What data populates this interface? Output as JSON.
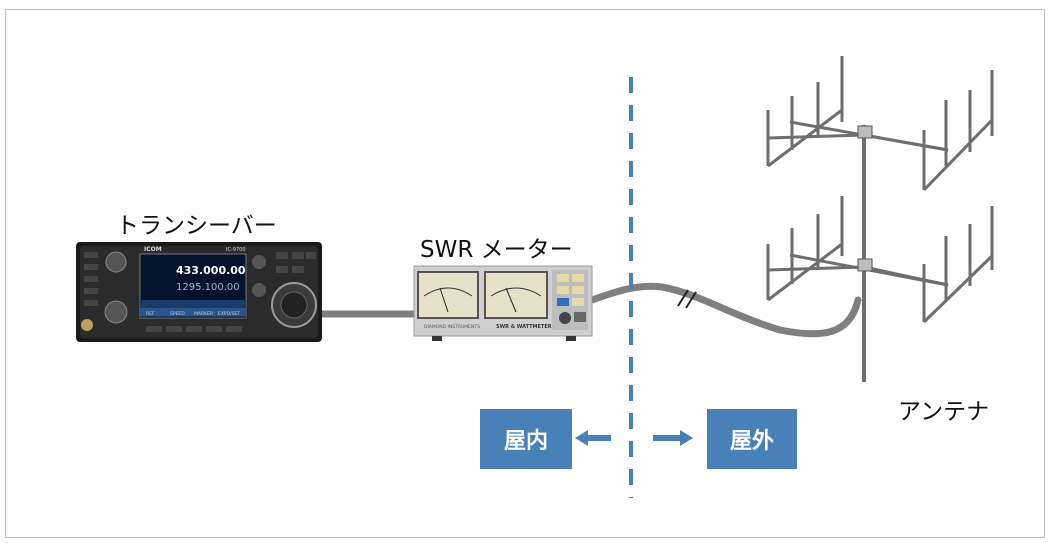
{
  "labels": {
    "transceiver": "トランシーバー",
    "swr_meter": "SWR メーター",
    "antenna": "アンテナ",
    "indoor": "屋内",
    "outdoor": "屋外"
  },
  "transceiver_panel": {
    "brand": "ICOM",
    "model": "IC-9700",
    "freq_main": "433.000.00",
    "freq_sub": "1295.100.00",
    "softkeys": [
      "REF",
      "SPEED",
      "MARKER",
      "EXPD/SET"
    ]
  },
  "swr_panel": {
    "brand": "DIAMOND INSTRUMENTS",
    "name": "SWR & WATTMETER"
  },
  "colors": {
    "divider": "#4a80b8",
    "box": "#4a80b8",
    "cable": "#7f7f7f",
    "antenna": "#6e6e6e"
  }
}
